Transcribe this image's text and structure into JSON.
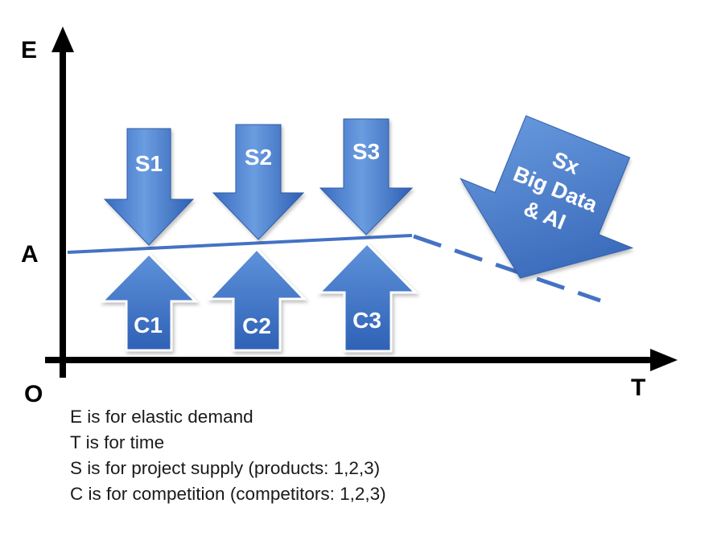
{
  "axes": {
    "y_label": "E",
    "x_label": "T",
    "origin_label": "O",
    "level_label": "A"
  },
  "supply_arrows": [
    {
      "label": "S1"
    },
    {
      "label": "S2"
    },
    {
      "label": "S3"
    }
  ],
  "competition_arrows": [
    {
      "label": "C1"
    },
    {
      "label": "C2"
    },
    {
      "label": "C3"
    }
  ],
  "sx_arrow": {
    "lines": [
      "Sx",
      "Big Data",
      "& AI"
    ]
  },
  "legend": [
    "E is for elastic demand",
    "T is for time",
    "S is for project supply (products: 1,2,3)",
    "C is for competition (competitors: 1,2,3)"
  ],
  "colors": {
    "axis": "#000000",
    "arrow_fill_light": "#5b8fd6",
    "arrow_fill_dark": "#2f5fb3",
    "demand_line": "#4472c4",
    "label_text": "#ffffff"
  }
}
